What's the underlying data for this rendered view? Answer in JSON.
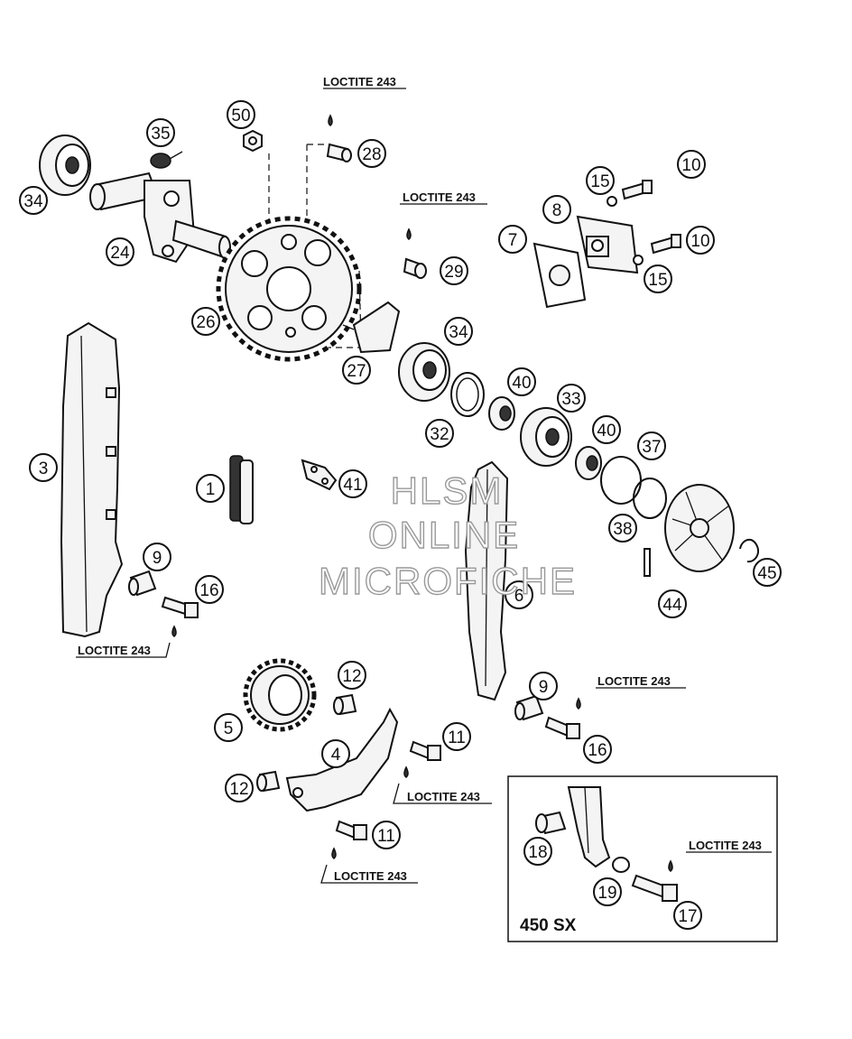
{
  "notes": {
    "loctite": "LOCTITE 243",
    "inset_model": "450 SX"
  },
  "watermark": {
    "line1": "HLSM",
    "line2": "ONLINE",
    "line3": "MICROFICHE"
  },
  "callouts": {
    "c1": "1",
    "c3": "3",
    "c4": "4",
    "c5": "5",
    "c6": "6",
    "c7": "7",
    "c8": "8",
    "c9a": "9",
    "c9b": "9",
    "c10a": "10",
    "c10b": "10",
    "c11a": "11",
    "c11b": "11",
    "c12a": "12",
    "c12b": "12",
    "c15a": "15",
    "c15b": "15",
    "c16a": "16",
    "c16b": "16",
    "c17": "17",
    "c18": "18",
    "c19": "19",
    "c24": "24",
    "c26": "26",
    "c27": "27",
    "c28": "28",
    "c29": "29",
    "c32": "32",
    "c33": "33",
    "c34a": "34",
    "c34b": "34",
    "c35": "35",
    "c37": "37",
    "c38": "38",
    "c40a": "40",
    "c40b": "40",
    "c41": "41",
    "c44": "44",
    "c45": "45",
    "c50": "50"
  }
}
